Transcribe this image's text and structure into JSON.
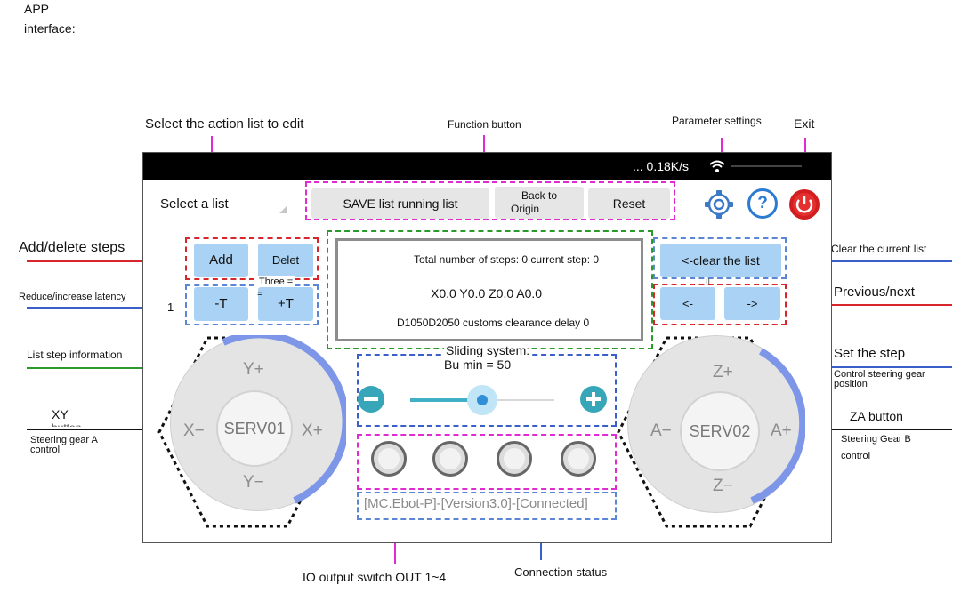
{
  "intro": {
    "line1": "APP",
    "line2": "interface:"
  },
  "annotations": {
    "select_list": "Select the action list to edit",
    "function_button": "Function button",
    "parameter_settings": "Parameter settings",
    "exit": "Exit",
    "add_delete": "Add/delete steps",
    "reduce_increase": "Reduce/increase latency",
    "list_step_info": "List step information",
    "xy_button": "XY",
    "xy_button_cut": "button",
    "steering_a": "Steering gear A control",
    "clear_current": "Clear the current list",
    "previous_next": "Previous/next",
    "set_step": "Set the step",
    "control_steering": "Control steering gear position",
    "za_button": "ZA button",
    "steering_b_1": "Steering Gear B",
    "steering_b_2": "control",
    "io_output": "IO output switch OUT 1~4",
    "connection_status": "Connection status"
  },
  "statusbar": {
    "speed": "... 0.18K/s",
    "wifi_icon": "wifi-icon"
  },
  "toolbar": {
    "select_list": "Select a list",
    "save_list": "SAVE list running list",
    "back_origin_1": "Back to",
    "back_origin_2": "Origin",
    "reset": "Reset",
    "settings_icon": "gear-icon",
    "help_icon": "help-icon",
    "power_icon": "power-icon",
    "help_glyph": "?"
  },
  "left_buttons": {
    "add": "Add",
    "delete": "Delet",
    "minus_t": "-T",
    "plus_t": "+T",
    "left_number": "1",
    "overlay": "Three =",
    "eq": "="
  },
  "info_panel": {
    "steps": "Total number of steps: 0 current step: 0",
    "coords": "X0.0 Y0.0 Z0.0 A0.0",
    "delay": "D1050D2050 customs clearance delay 0"
  },
  "right_buttons": {
    "clear": "<-clear the list",
    "prev": "<-",
    "next": "->",
    "mid": "II"
  },
  "slider": {
    "title": "Sliding system:",
    "min_label": "Bu min = 50",
    "value_fraction": 0.5,
    "minus_icon": "minus-icon",
    "plus_icon": "plus-icon"
  },
  "dpad_left": {
    "up": "Y+",
    "down": "Y−",
    "left": "X−",
    "right": "X+",
    "center": "SERV01"
  },
  "dpad_right": {
    "up": "Z+",
    "down": "Z−",
    "left": "A−",
    "right": "A+",
    "center": "SERV02"
  },
  "connection": "[MC.Ebot-P]-[Version3.0]-[Connected]",
  "colors": {
    "accent_blue": "#a9d2f4",
    "slider_teal": "#3fb0c8",
    "pink": "#e02bd0",
    "red": "#d9262c",
    "green": "#2a9a2a"
  }
}
